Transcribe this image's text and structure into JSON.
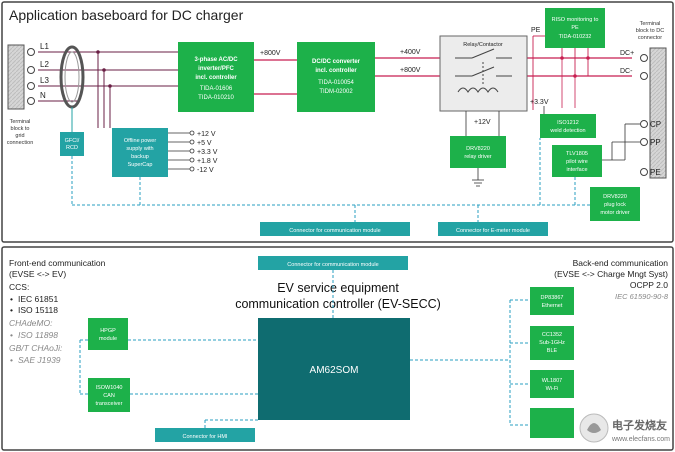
{
  "top_panel": {
    "title": "Application baseboard for DC charger",
    "grid_terminal": {
      "lines": [
        "L1",
        "L2",
        "L3",
        "N"
      ],
      "label": [
        "Terminal",
        "block to",
        "grid",
        "connection"
      ]
    },
    "gfci": [
      "GFCI/",
      "RCD"
    ],
    "offline_power": [
      "Offline power",
      "supply with",
      "backup",
      "SuperCap"
    ],
    "rails": [
      "+12 V",
      "+5 V",
      "+3.3 V",
      "+1.8 V",
      "-12 V"
    ],
    "pfc": [
      "3-phase AC/DC",
      "inverter/PFC",
      "incl. controller",
      "TIDA-01606",
      "TIDA-010210"
    ],
    "bus_voltage": "+800V",
    "dcdc": [
      "DC/DC converter",
      "incl. controller",
      "TIDA-010054",
      "TIDM-02002"
    ],
    "out_400": "+400V",
    "out_800": "+800V",
    "relay": "Relay/Contactor",
    "pe": "PE",
    "riso": [
      "RISO monitoring to",
      "PE",
      "TIDA-010232"
    ],
    "dc_terminal": {
      "label": [
        "Terminal",
        "block to DC",
        "connector"
      ],
      "pins": [
        "DC+",
        "DC-",
        "CP",
        "PP",
        "PE"
      ]
    },
    "v33": "+3.3V",
    "v12": "+12V",
    "drv_relay": [
      "DRV8220",
      "relay driver"
    ],
    "iso1212": [
      "ISO1212",
      "weld detection"
    ],
    "tlv": [
      "TLV1805",
      "pilot wire",
      "interface"
    ],
    "drv_plug": [
      "DRV8220",
      "plug lock",
      "motor driver"
    ],
    "conn_comm": "Connector for communication module",
    "conn_emeter": "Connector for  E-meter module"
  },
  "bottom_panel": {
    "conn_comm_top": "Connector for communication module",
    "title": [
      "EV service equipment",
      "communication controller (EV-SECC)"
    ],
    "front_end": {
      "heading": [
        "Front-end communication",
        "(EVSE <-> EV)"
      ],
      "ccs": "CCS:",
      "ccs_items": [
        "IEC 61851",
        "ISO 15118"
      ],
      "chademo": "CHAdeMO:",
      "chademo_items": [
        "ISO 11898"
      ],
      "gbt": "GB/T CHAoJi:",
      "gbt_items": [
        "SAE J1939"
      ]
    },
    "back_end": {
      "heading": [
        "Back-end communication",
        "(EVSE <-> Charge Mngt Syst)"
      ],
      "ocpp": "OCPP 2.0",
      "iec": "IEC 61590-90-8"
    },
    "hpgp": [
      "HPGP",
      "module"
    ],
    "iso1042": [
      "ISOW1040",
      "CAN",
      "transceiver"
    ],
    "am62": "AM62SOM",
    "conn_hmi": "Connector for HMI",
    "dp83867": [
      "DP83867",
      "Ethernet"
    ],
    "cc1352": [
      "CC1352",
      "Sub-1GHz",
      "BLE"
    ],
    "wl1807": [
      "WL1807",
      "Wi-Fi"
    ]
  },
  "watermark": [
    "电子发烧友",
    "www.elecfans.com"
  ],
  "colors": {
    "teal": "#23a3a4",
    "green": "#1db14a",
    "dark_teal": "#0f6c70",
    "red": "#c81e50",
    "ac_line": "#6a1f45",
    "dash": "#2a9fc2"
  }
}
